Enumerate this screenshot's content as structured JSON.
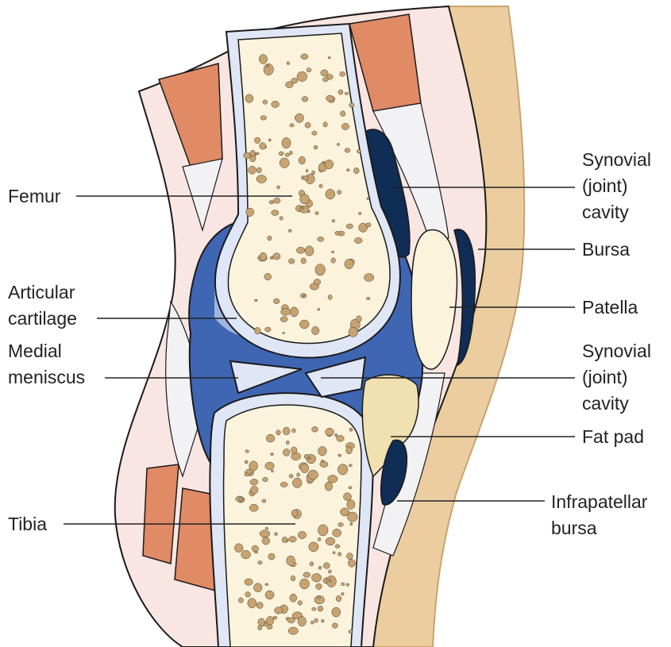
{
  "colors": {
    "skin": "#eccda0",
    "skin_edge": "#c9a46c",
    "soft_tissue": "#f9e6e2",
    "bone_marrow": "#fbf3dc",
    "bone_spots": "#c8a370",
    "cortex": "#dfe7f6",
    "cavity_blue": "#3f66b3",
    "cavity_light": "#9fb4e0",
    "cavity_dark": "#0f2d55",
    "muscle": "#e08a66",
    "tendon": "#f2f2f4",
    "fat_pad": "#f1e0b0",
    "outline": "#1a1a1a",
    "label_text": "#222222"
  },
  "labels": {
    "femur": [
      "Femur"
    ],
    "articular_cartilage": [
      "Articular",
      "cartilage"
    ],
    "medial_meniscus": [
      "Medial",
      "meniscus"
    ],
    "tibia": [
      "Tibia"
    ],
    "synovial_upper": [
      "Synovial",
      "(joint)",
      "cavity"
    ],
    "bursa": [
      "Bursa"
    ],
    "patella": [
      "Patella"
    ],
    "synovial_lower": [
      "Synovial",
      "(joint)",
      "cavity"
    ],
    "fat_pad": [
      "Fat pad"
    ],
    "infrapatellar_bursa": [
      "Infrapatellar",
      "bursa"
    ]
  }
}
